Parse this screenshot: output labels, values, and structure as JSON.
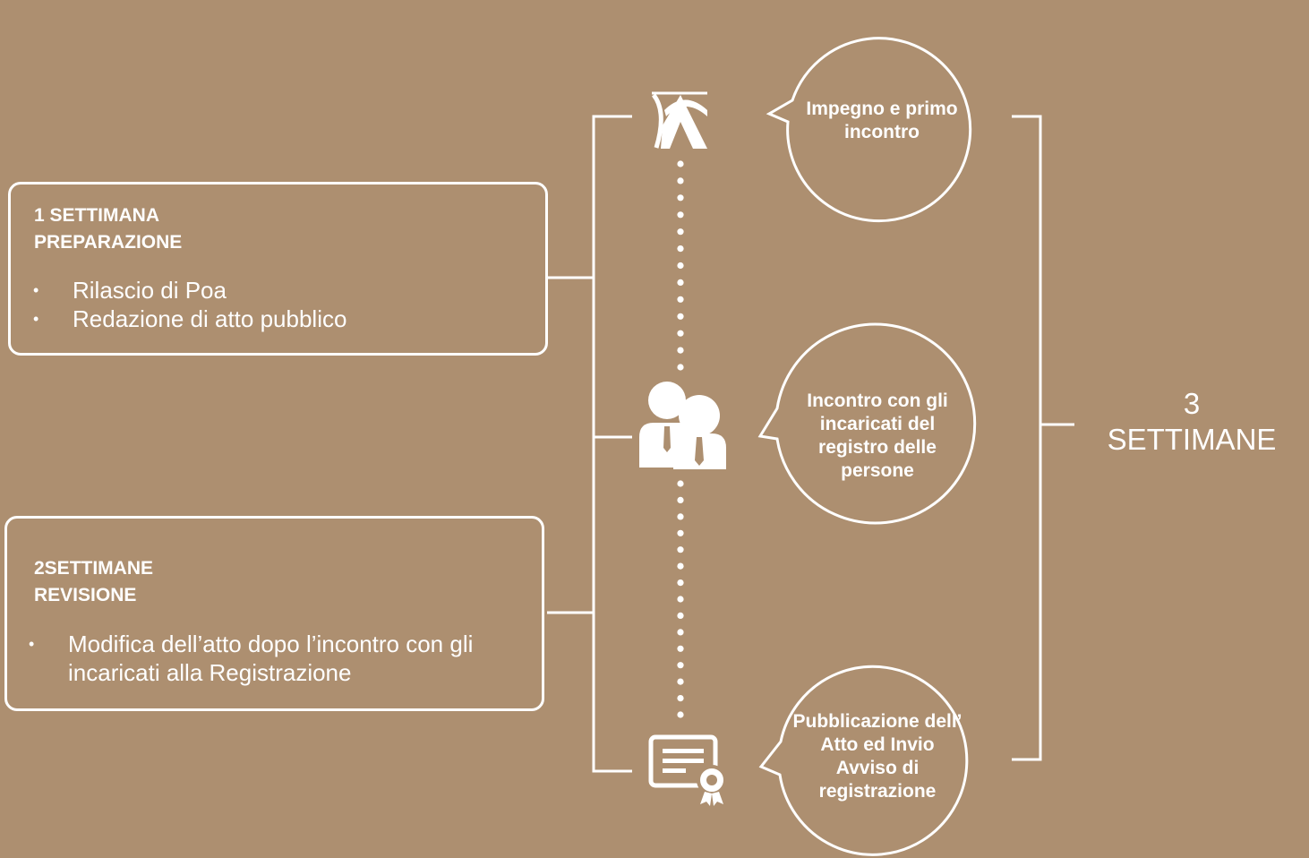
{
  "phases": [
    {
      "title_line1": "1 SETTIMANA",
      "title_line2": "PREPARAZIONE",
      "items": [
        "Rilascio di Poa",
        "Redazione di atto pubblico"
      ]
    },
    {
      "title_line1": "2SETTIMANE",
      "title_line2": "REVISIONE",
      "items": [
        "Modifica dell’atto dopo l’incontro con gli incaricati alla Registrazione"
      ]
    }
  ],
  "steps": [
    {
      "icon": "notary-logo-icon",
      "label": "Impegno e primo incontro"
    },
    {
      "icon": "two-people-icon",
      "label": "Incontro con gli incaricati del registro delle persone"
    },
    {
      "icon": "certificate-icon",
      "label": "Pubblicazione dell’ Atto ed Invio Avviso di registrazione"
    }
  ],
  "total": {
    "number": "3",
    "unit": "SETTIMANE"
  },
  "colors": {
    "background": "#ad8f70",
    "foreground": "#ffffff"
  }
}
